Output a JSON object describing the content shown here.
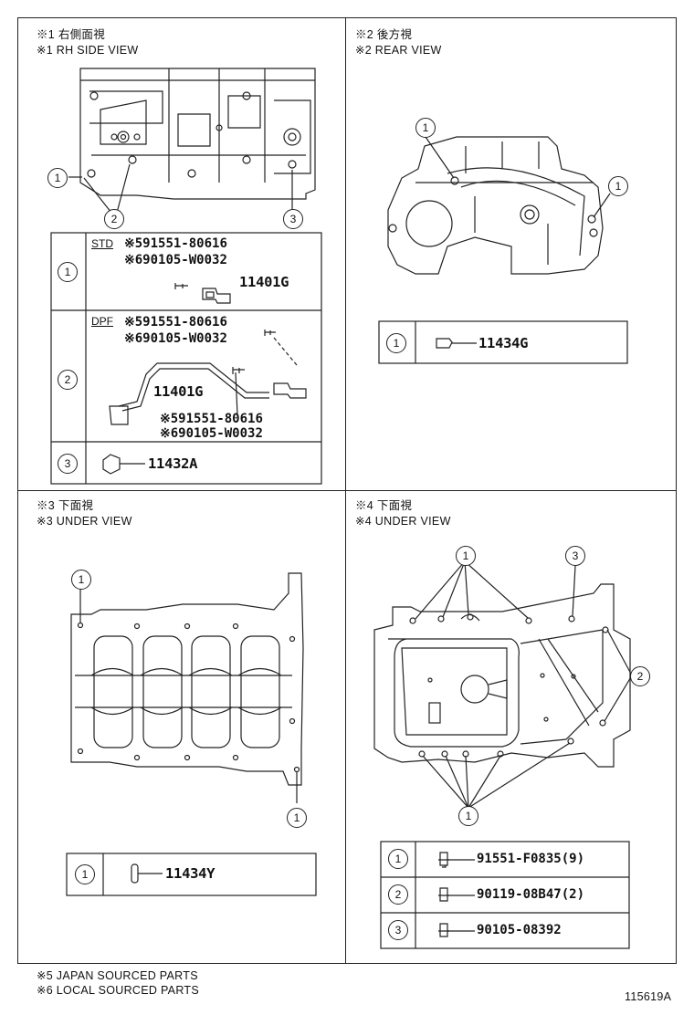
{
  "views": {
    "v1": {
      "line1": "※1 右側面視",
      "line2": "※1 RH SIDE VIEW"
    },
    "v2": {
      "line1": "※2 後方視",
      "line2": "※2 REAR VIEW"
    },
    "v3": {
      "line1": "※3 下面視",
      "line2": "※3 UNDER VIEW"
    },
    "v4": {
      "line1": "※4 下面視",
      "line2": "※4 UNDER VIEW"
    }
  },
  "callouts": {
    "one": "1",
    "two": "2",
    "three": "3"
  },
  "table1": {
    "row1": {
      "tag": "STD",
      "p1": "※591551-80616",
      "p2": "※690105-W0032",
      "p3": "11401G"
    },
    "row2": {
      "tag": "DPF",
      "p1": "※591551-80616",
      "p2": "※690105-W0032",
      "p3": "11401G",
      "p4": "※591551-80616",
      "p5": "※690105-W0032"
    },
    "row3": {
      "p1": "11432A"
    }
  },
  "table2": {
    "row1": {
      "p1": "11434G"
    }
  },
  "table3": {
    "row1": {
      "p1": "11434Y"
    }
  },
  "table4": {
    "row1": {
      "p1": "91551-F0835(9)"
    },
    "row2": {
      "p1": "90119-08B47(2)"
    },
    "row3": {
      "p1": "90105-08392"
    }
  },
  "footnotes": {
    "n5": "※5 JAPAN SOURCED PARTS",
    "n6": "※6 LOCAL SOURCED PARTS"
  },
  "drawing_id": "115619A"
}
